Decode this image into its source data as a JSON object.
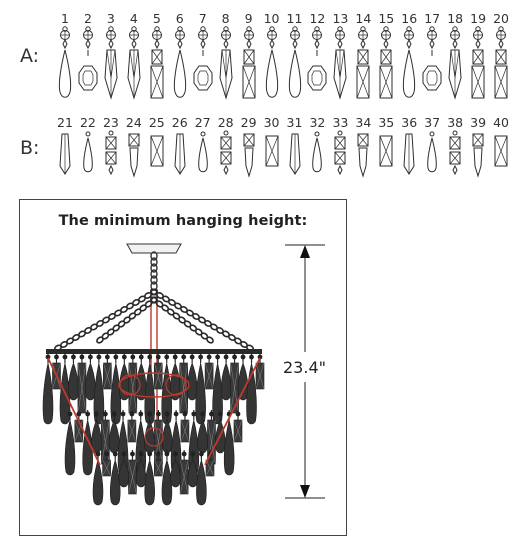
{
  "rows": [
    {
      "label": "A:",
      "numbers": [
        "1",
        "2",
        "3",
        "4",
        "5",
        "6",
        "7",
        "8",
        "9",
        "10",
        "11",
        "12",
        "13",
        "14",
        "15",
        "16",
        "17",
        "18",
        "19",
        "20"
      ],
      "types": [
        "tearA",
        "octA",
        "spireA",
        "spireA",
        "rectA",
        "tearA",
        "octA",
        "spireA",
        "rectA",
        "tearA",
        "tearA",
        "octA",
        "spireA",
        "rectA",
        "rectA",
        "tearA",
        "octA",
        "spireA",
        "rectA",
        "rectA"
      ]
    },
    {
      "label": "B:",
      "numbers": [
        "21",
        "22",
        "23",
        "24",
        "25",
        "26",
        "27",
        "28",
        "29",
        "30",
        "31",
        "32",
        "33",
        "34",
        "35",
        "36",
        "37",
        "38",
        "39",
        "40"
      ],
      "types": [
        "spireB",
        "tearB",
        "boxB",
        "boxSpireB",
        "rectB",
        "spireB",
        "tearB",
        "boxB",
        "boxSpireB",
        "rectB",
        "spireB",
        "tearB",
        "boxB",
        "boxSpireB",
        "rectB",
        "spireB",
        "tearB",
        "boxB",
        "boxSpireB",
        "rectB"
      ]
    }
  ],
  "panel": {
    "title": "The minimum hanging height:",
    "height_value": "23.4\""
  }
}
